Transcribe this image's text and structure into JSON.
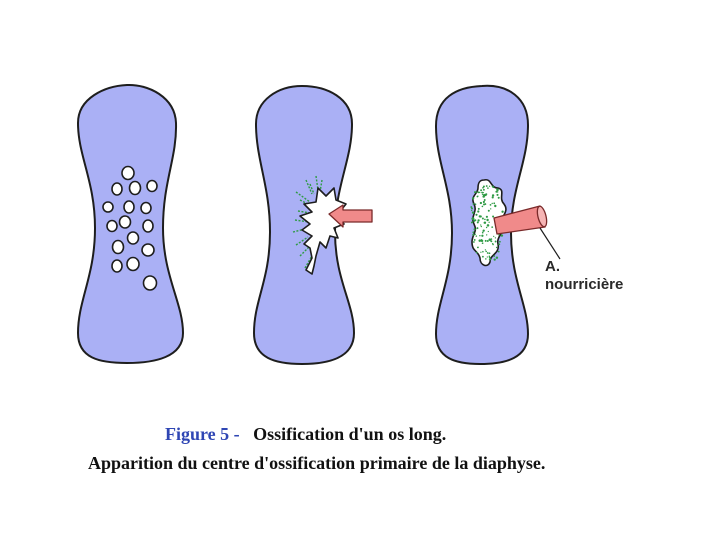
{
  "colors": {
    "bone_fill": "#aab0f5",
    "bone_stroke": "#1e1e1e",
    "artery_fill": "#f08a8a",
    "artery_stroke": "#7a2a2a",
    "ossification_green": "#2f9a45",
    "figure_label_color": "#2f46b4"
  },
  "panels": [
    {
      "stage": "cartilage-cells-hypertrophy"
    },
    {
      "stage": "vascular-bud-invasion"
    },
    {
      "stage": "primary-ossification-center"
    }
  ],
  "annotation": {
    "line1": "A.",
    "line2": "nourricière"
  },
  "caption": {
    "figure_label": "Figure 5 -",
    "figure_title": "Ossification d'un os long.",
    "subtitle": "Apparition du centre d'ossification primaire de la diaphyse."
  }
}
